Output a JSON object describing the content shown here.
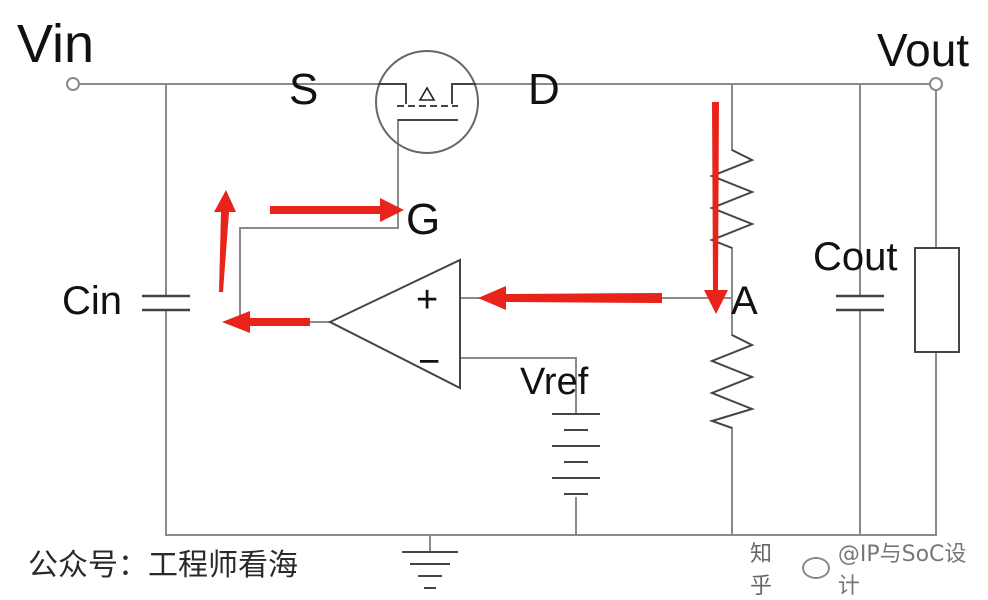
{
  "labels": {
    "vin": "Vin",
    "vout": "Vout",
    "source": "S",
    "drain": "D",
    "gate": "G",
    "cin": "Cin",
    "cout": "Cout",
    "node_a": "A",
    "vref": "Vref",
    "opamp_plus": "+",
    "opamp_minus": "−"
  },
  "watermarks": {
    "left": "公众号：工程师看海",
    "right_site": "知乎",
    "right_account": "@IP与SoC设计"
  },
  "colors": {
    "wire": "#8a8a8a",
    "arrow": "#e8231a",
    "text": "#111111"
  }
}
